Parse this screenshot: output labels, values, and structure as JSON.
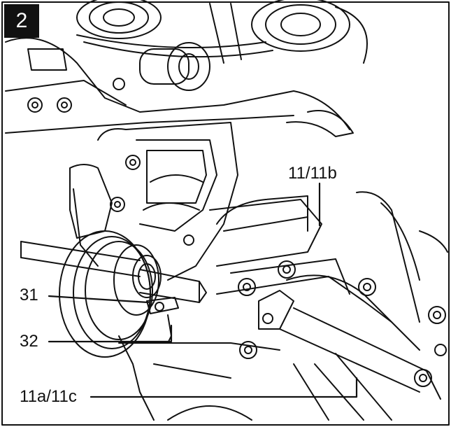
{
  "figure": {
    "number": "2",
    "callouts": {
      "c31": "31",
      "c32": "32",
      "c11b": "11/11b",
      "c11c": "11a/11c"
    }
  },
  "colors": {
    "line": "#111111",
    "background": "#ffffff"
  }
}
